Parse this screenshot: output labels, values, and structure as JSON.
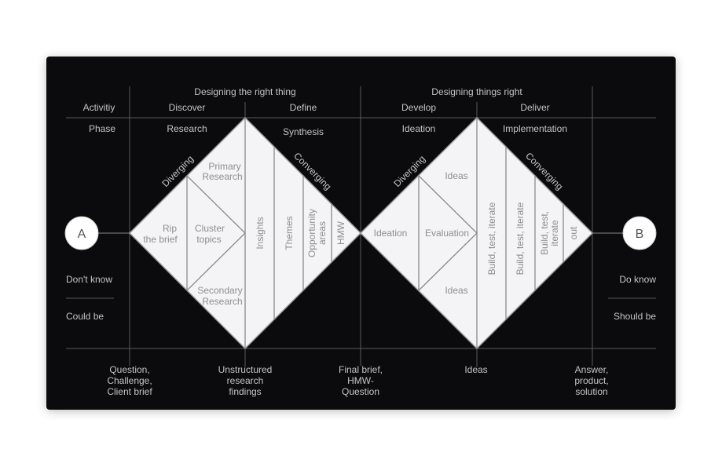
{
  "header": {
    "group_left": "Designing the right thing",
    "group_right": "Designing things right",
    "activity_label": "Activitiy",
    "phase_label": "Phase",
    "activities": [
      "Discover",
      "Define",
      "Develop",
      "Deliver"
    ],
    "phases": [
      "Research",
      "Synthesis",
      "Ideation",
      "Implementation"
    ]
  },
  "endpoints": {
    "start": "A",
    "end": "B"
  },
  "left_side": {
    "top": "Don't know",
    "bottom": "Could be"
  },
  "right_side": {
    "top": "Do know",
    "bottom": "Should be"
  },
  "diamond1": {
    "diverging": "Diverging",
    "converging": "Converging",
    "rip": [
      "Rip",
      "the brief"
    ],
    "cluster": [
      "Cluster",
      "topics"
    ],
    "primary": [
      "Primary",
      "Research"
    ],
    "secondary": [
      "Secondary",
      "Research"
    ],
    "columns": {
      "insights": "Insights",
      "themes": "Themes",
      "opportunity": [
        "Opportunity",
        "areas"
      ],
      "hmw": "HMW"
    }
  },
  "diamond2": {
    "diverging": "Diverging",
    "converging": "Converging",
    "ideation": "Ideation",
    "evaluation": "Evaluation",
    "ideas_top": "Ideas",
    "ideas_bottom": "Ideas",
    "columns": {
      "bti1": "Build, test, iterate",
      "bti2": "Build, test, iterate",
      "bti3": [
        "Build, test,",
        "iterate"
      ],
      "out": "out"
    }
  },
  "outputs": {
    "start": [
      "Question,",
      "Challenge,",
      "Client brief"
    ],
    "research": [
      "Unstructured",
      "research",
      "findings"
    ],
    "brief": [
      "Final brief,",
      "HMW-",
      "Question"
    ],
    "ideas": "Ideas",
    "end": [
      "Answer,",
      "product,",
      "solution"
    ]
  }
}
